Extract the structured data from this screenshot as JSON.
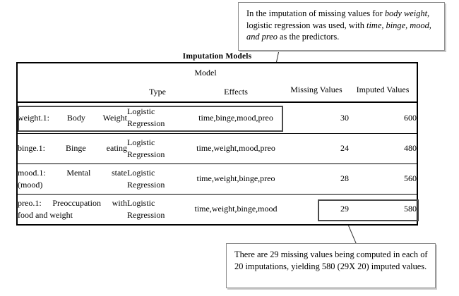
{
  "figure": {
    "table_title": "Imputation Models"
  },
  "callouts": {
    "top": {
      "segments": [
        {
          "text": "In the imputation of missing values for ",
          "italic": false
        },
        {
          "text": "body weight",
          "italic": true
        },
        {
          "text": ", logistic regression was used, with ",
          "italic": false
        },
        {
          "text": "time, binge, mood, and preo",
          "italic": true
        },
        {
          "text": " as the predictors.",
          "italic": false
        }
      ],
      "plain": "In the imputation of missing values for body weight, logistic regression was used, with time, binge, mood, and preo as the predictors."
    },
    "bottom": {
      "segments": [
        {
          "text": "There are 29 missing values being computed in each of 20 imputations, yielding 580 (29X 20) imputed values.",
          "italic": false
        }
      ],
      "plain": "There are 29 missing values being computed in each of 20 imputations, yielding 580 (29X 20) imputed values."
    }
  },
  "table": {
    "group_header": "Model",
    "headers": {
      "variable": "",
      "type": "Type",
      "effects": "Effects",
      "missing_values": "Missing Values",
      "imputed_values": "Imputed Values"
    },
    "rows": [
      {
        "variable_line1": "weight.1: Body Weight",
        "variable_line2": "",
        "type_line1": "Logistic",
        "type_line2": "Regression",
        "effects": "time,binge,mood,preo",
        "missing_values": "30",
        "imputed_values": "600"
      },
      {
        "variable_line1": "binge.1: Binge eating",
        "variable_line2": "",
        "type_line1": "Logistic",
        "type_line2": "Regression",
        "effects": "time,weight,mood,preo",
        "missing_values": "24",
        "imputed_values": "480"
      },
      {
        "variable_line1": "mood.1:        Mental        state",
        "variable_line2": "(mood)",
        "type_line1": "Logistic",
        "type_line2": "Regression",
        "effects": "time,weight,binge,preo",
        "missing_values": "28",
        "imputed_values": "560"
      },
      {
        "variable_line1": "preo.1:  Preoccupation  with",
        "variable_line2": "food and weight",
        "type_line1": "Logistic",
        "type_line2": "Regression",
        "effects": "time,weight,binge,mood",
        "missing_values": "29",
        "imputed_values": "580"
      }
    ]
  },
  "annotations": {
    "highlight_row_label": "weight.1 row highlight",
    "highlight_values_label": "29 / 580 values highlight"
  },
  "colors": {
    "page_background": "#ffffff",
    "table_border": "#000000",
    "callout_border": "#8d8d8d",
    "highlight_border": "#4a4a4a",
    "text": "#000000"
  }
}
